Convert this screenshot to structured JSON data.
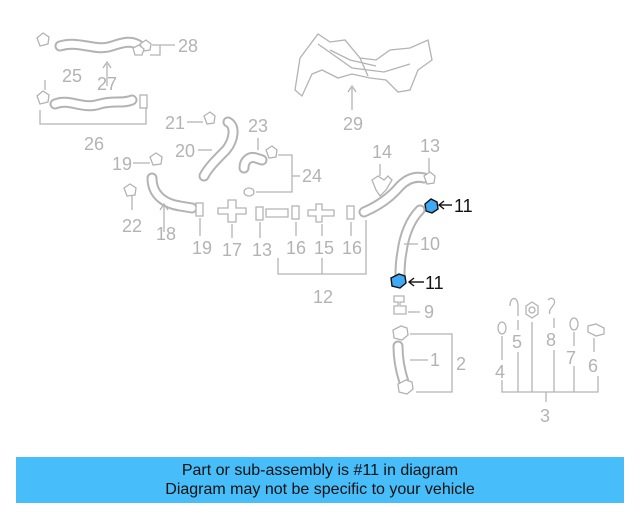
{
  "labels": {
    "c1": "1",
    "c2": "2",
    "c3": "3",
    "c4": "4",
    "c5": "5",
    "c6": "6",
    "c7": "7",
    "c8": "8",
    "c9": "9",
    "c10": "10",
    "c11a": "11",
    "c11b": "11",
    "c12": "12",
    "c13a": "13",
    "c13b": "13",
    "c14": "14",
    "c15": "15",
    "c16a": "16",
    "c16b": "16",
    "c17": "17",
    "c18": "18",
    "c19a": "19",
    "c19b": "19",
    "c20": "20",
    "c21": "21",
    "c22": "22",
    "c23": "23",
    "c24": "24",
    "c25": "25",
    "c26": "26",
    "c27": "27",
    "c28": "28",
    "c29": "29"
  },
  "highlight_part": "11",
  "colors": {
    "highlight": "#3fa9f5",
    "banner": "#47bdf9",
    "muted": "#b3b3b3"
  },
  "banner": {
    "line1": "Part or sub-assembly is #11 in diagram",
    "line2": "Diagram may not be specific to your vehicle"
  }
}
